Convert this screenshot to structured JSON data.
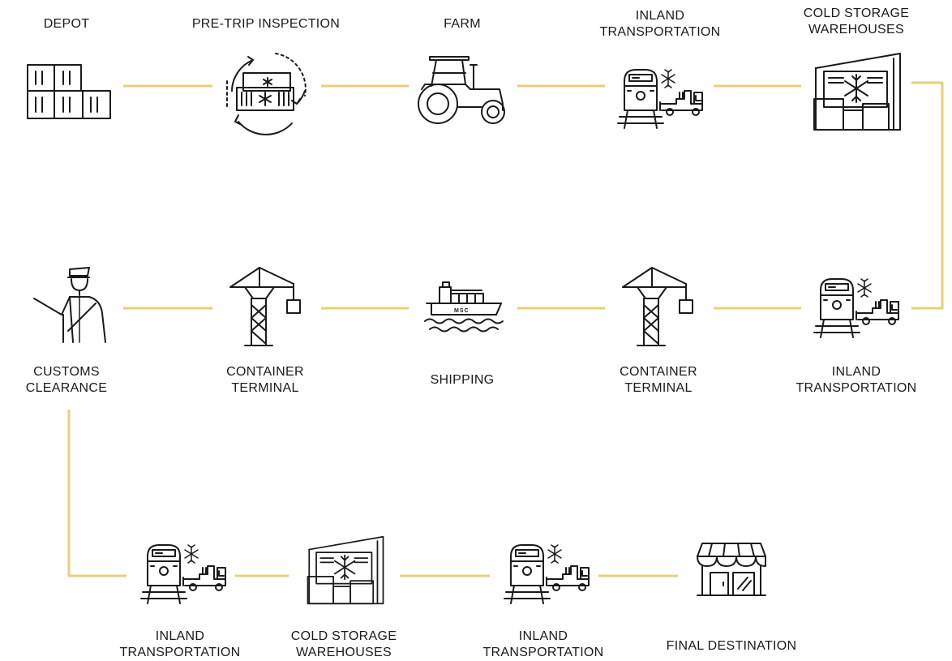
{
  "connector_color": "#e8cf7a",
  "steps": {
    "depot": "DEPOT",
    "pretrip": "PRE-TRIP INSPECTION",
    "farm": "FARM",
    "inland1": "INLAND\nTRANSPORTATION",
    "cold1": "COLD STORAGE\nWAREHOUSES",
    "inland2": "INLAND\nTRANSPORTATION",
    "terminal1": "CONTAINER\nTERMINAL",
    "shipping": "SHIPPING",
    "terminal2": "CONTAINER\nTERMINAL",
    "customs": "CUSTOMS\nCLEARANCE",
    "inland3": "INLAND\nTRANSPORTATION",
    "cold2": "COLD STORAGE\nWAREHOUSES",
    "inland4": "INLAND\nTRANSPORTATION",
    "final": "FINAL DESTINATION"
  },
  "ship_text": "MSC"
}
